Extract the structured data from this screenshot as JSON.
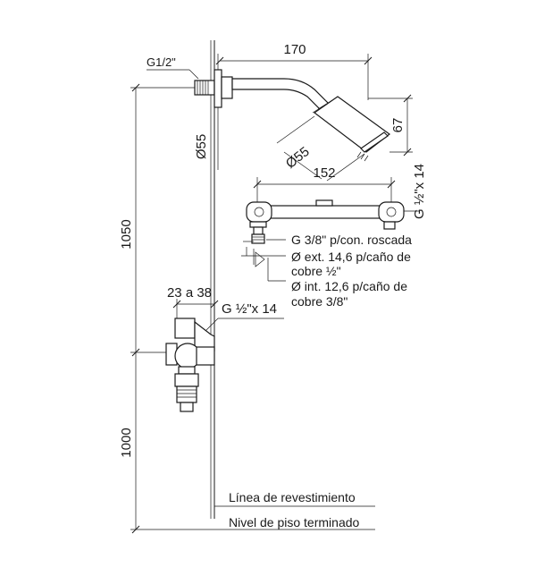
{
  "dimensions": {
    "arm_length": "170",
    "thread_wall": "G1/2\"",
    "flange_diameter": "Ø55",
    "head_diameter": "Ø55",
    "head_height": "67",
    "total_height": "1050",
    "bar_width": "152",
    "bar_thread": "G ½\"x 14",
    "depth_range": "23 a 38",
    "valve_thread": "G ½\"x 14",
    "floor_height": "1000"
  },
  "notes": {
    "thread_connection": "G 3/8\" p/con. roscada",
    "outer_diameter_line1": "Ø ext. 14,6 p/caño de",
    "outer_diameter_line2": "cobre ½\"",
    "inner_diameter_line1": "Ø int. 12,6 p/caño de",
    "inner_diameter_line2": "cobre 3/8\""
  },
  "labels": {
    "wall_line": "Línea de revestimiento",
    "floor_line": "Nivel de piso terminado"
  }
}
